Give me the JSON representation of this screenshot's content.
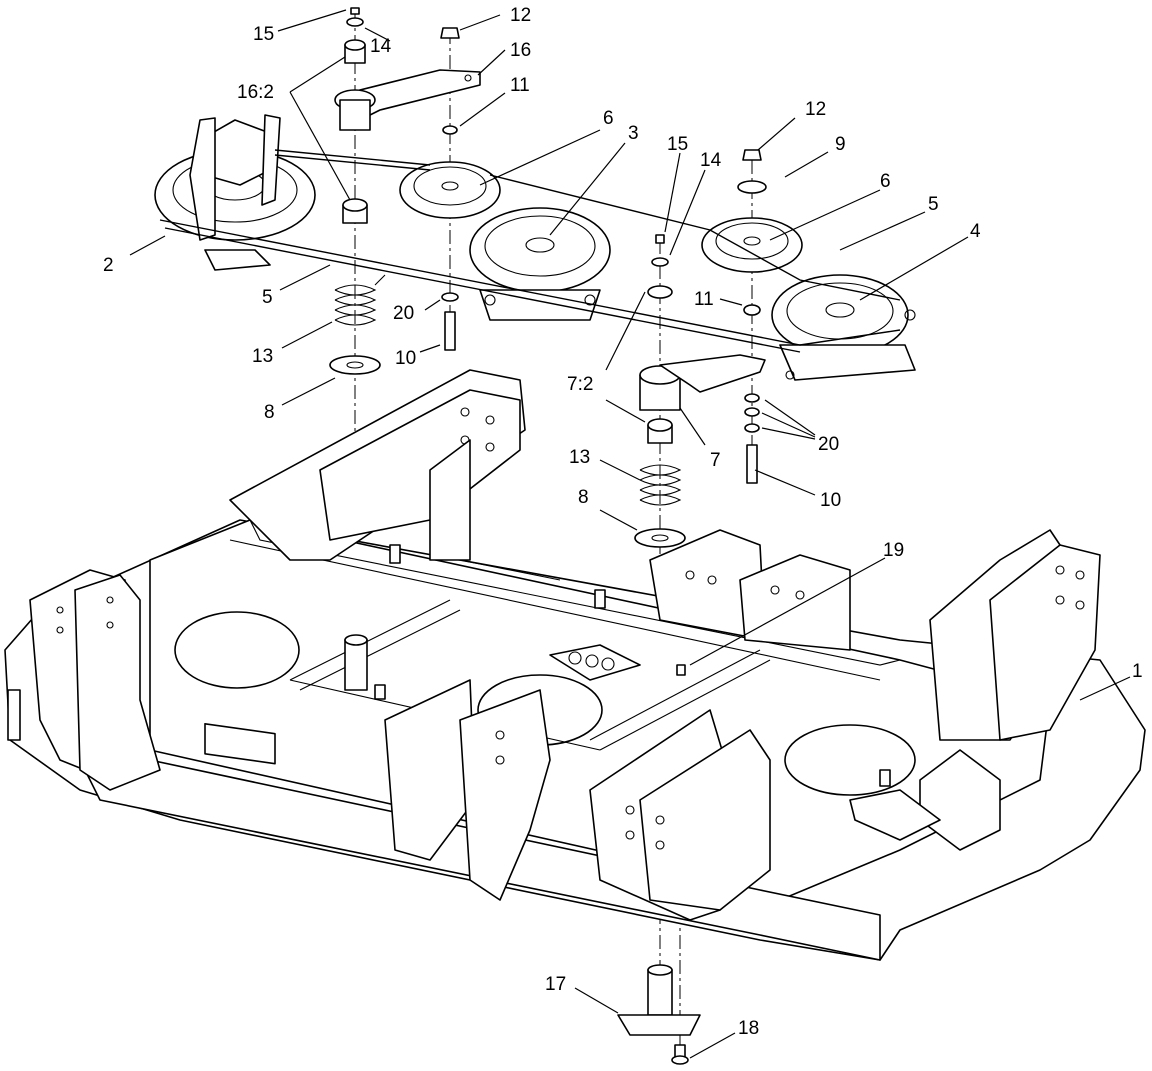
{
  "callouts": [
    {
      "id": "c15a",
      "label": "15"
    },
    {
      "id": "c14a",
      "label": "14"
    },
    {
      "id": "c12a",
      "label": "12"
    },
    {
      "id": "c16",
      "label": "16"
    },
    {
      "id": "c16-2",
      "label": "16:2"
    },
    {
      "id": "c11a",
      "label": "11"
    },
    {
      "id": "c12b",
      "label": "12"
    },
    {
      "id": "c6a",
      "label": "6"
    },
    {
      "id": "c3",
      "label": "3"
    },
    {
      "id": "c15b",
      "label": "15"
    },
    {
      "id": "c14b",
      "label": "14"
    },
    {
      "id": "c9",
      "label": "9"
    },
    {
      "id": "c6b",
      "label": "6"
    },
    {
      "id": "c5a",
      "label": "5"
    },
    {
      "id": "c4",
      "label": "4"
    },
    {
      "id": "c2",
      "label": "2"
    },
    {
      "id": "c5b",
      "label": "5"
    },
    {
      "id": "c20a",
      "label": "20"
    },
    {
      "id": "c11b",
      "label": "11"
    },
    {
      "id": "c13a",
      "label": "13"
    },
    {
      "id": "c10a",
      "label": "10"
    },
    {
      "id": "c8a",
      "label": "8"
    },
    {
      "id": "c7-2",
      "label": "7:2"
    },
    {
      "id": "c20b",
      "label": "20"
    },
    {
      "id": "c7",
      "label": "7"
    },
    {
      "id": "c13b",
      "label": "13"
    },
    {
      "id": "c10b",
      "label": "10"
    },
    {
      "id": "c8b",
      "label": "8"
    },
    {
      "id": "c19",
      "label": "19"
    },
    {
      "id": "c1",
      "label": "1"
    },
    {
      "id": "c17",
      "label": "17"
    },
    {
      "id": "c18",
      "label": "18"
    }
  ]
}
